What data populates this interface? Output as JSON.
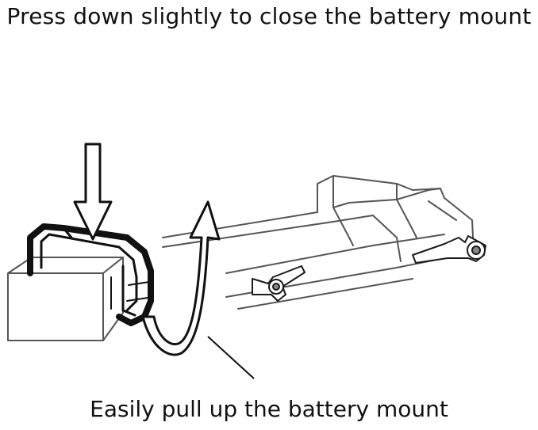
{
  "captions": {
    "top": "Press down slightly to close the battery mount",
    "bottom": "Easily pull up the battery mount"
  },
  "colors": {
    "ink": "#1a1a1a",
    "light_ink": "#555555",
    "background": "#ffffff"
  },
  "icons": {
    "press_arrow": "down-arrow",
    "pull_arrow": "curved-up-arrow"
  }
}
